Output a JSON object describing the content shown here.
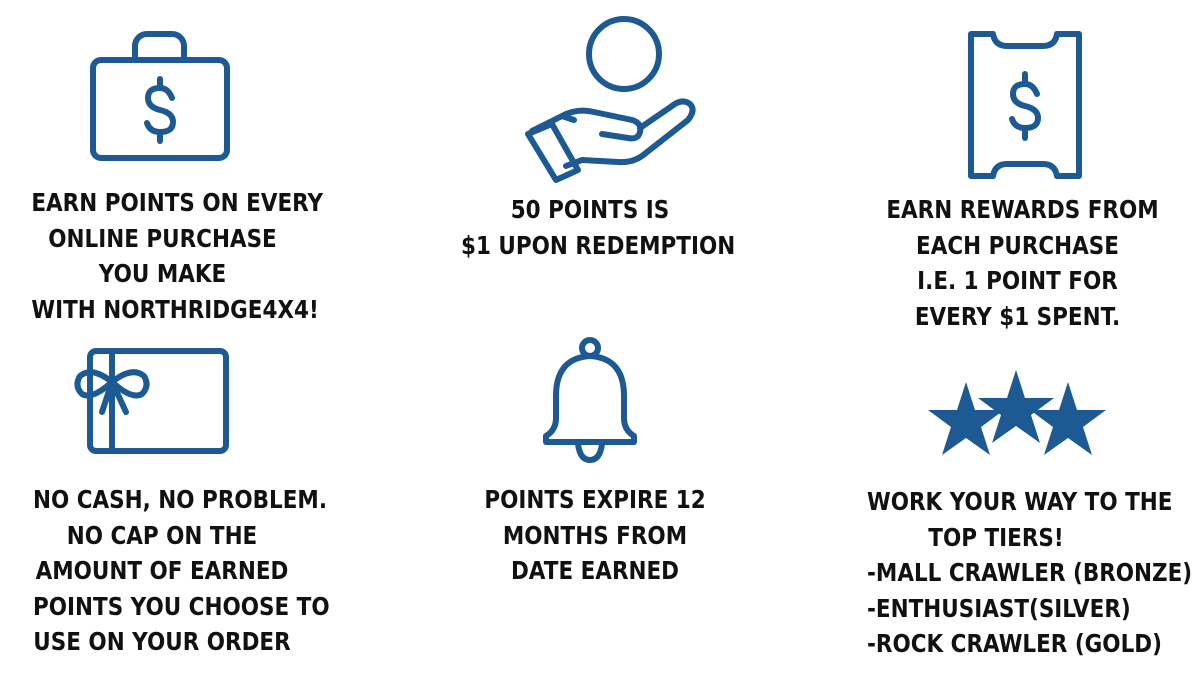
{
  "brand_color": "#1d5a93",
  "text_color": "#111111",
  "tiles": [
    {
      "icon": "shopping-bag-dollar-icon",
      "lines": [
        "EARN POINTS ON EVERY",
        "ONLINE PURCHASE",
        "YOU MAKE",
        "WITH NORTHRIDGE4X4!"
      ]
    },
    {
      "icon": "hand-coin-icon",
      "lines": [
        "50 POINTS IS",
        "$1 UPON REDEMPTION"
      ]
    },
    {
      "icon": "receipt-dollar-icon",
      "lines": [
        "EARN REWARDS FROM",
        "EACH PURCHASE",
        "I.E. 1 POINT FOR",
        "EVERY $1 SPENT."
      ]
    },
    {
      "icon": "gift-card-icon",
      "lines": [
        "NO CASH, NO PROBLEM.",
        "NO CAP ON THE",
        "AMOUNT OF EARNED",
        "POINTS YOU CHOOSE TO",
        "USE ON YOUR ORDER"
      ]
    },
    {
      "icon": "bell-icon",
      "lines": [
        "POINTS EXPIRE 12",
        "MONTHS FROM",
        "DATE EARNED"
      ]
    },
    {
      "icon": "three-stars-icon",
      "lines": [
        "WORK YOUR WAY TO THE",
        "TOP TIERS!",
        "-MALL CRAWLER (BRONZE)",
        "-ENTHUSIAST(SILVER)",
        "-ROCK CRAWLER (GOLD)"
      ]
    }
  ]
}
